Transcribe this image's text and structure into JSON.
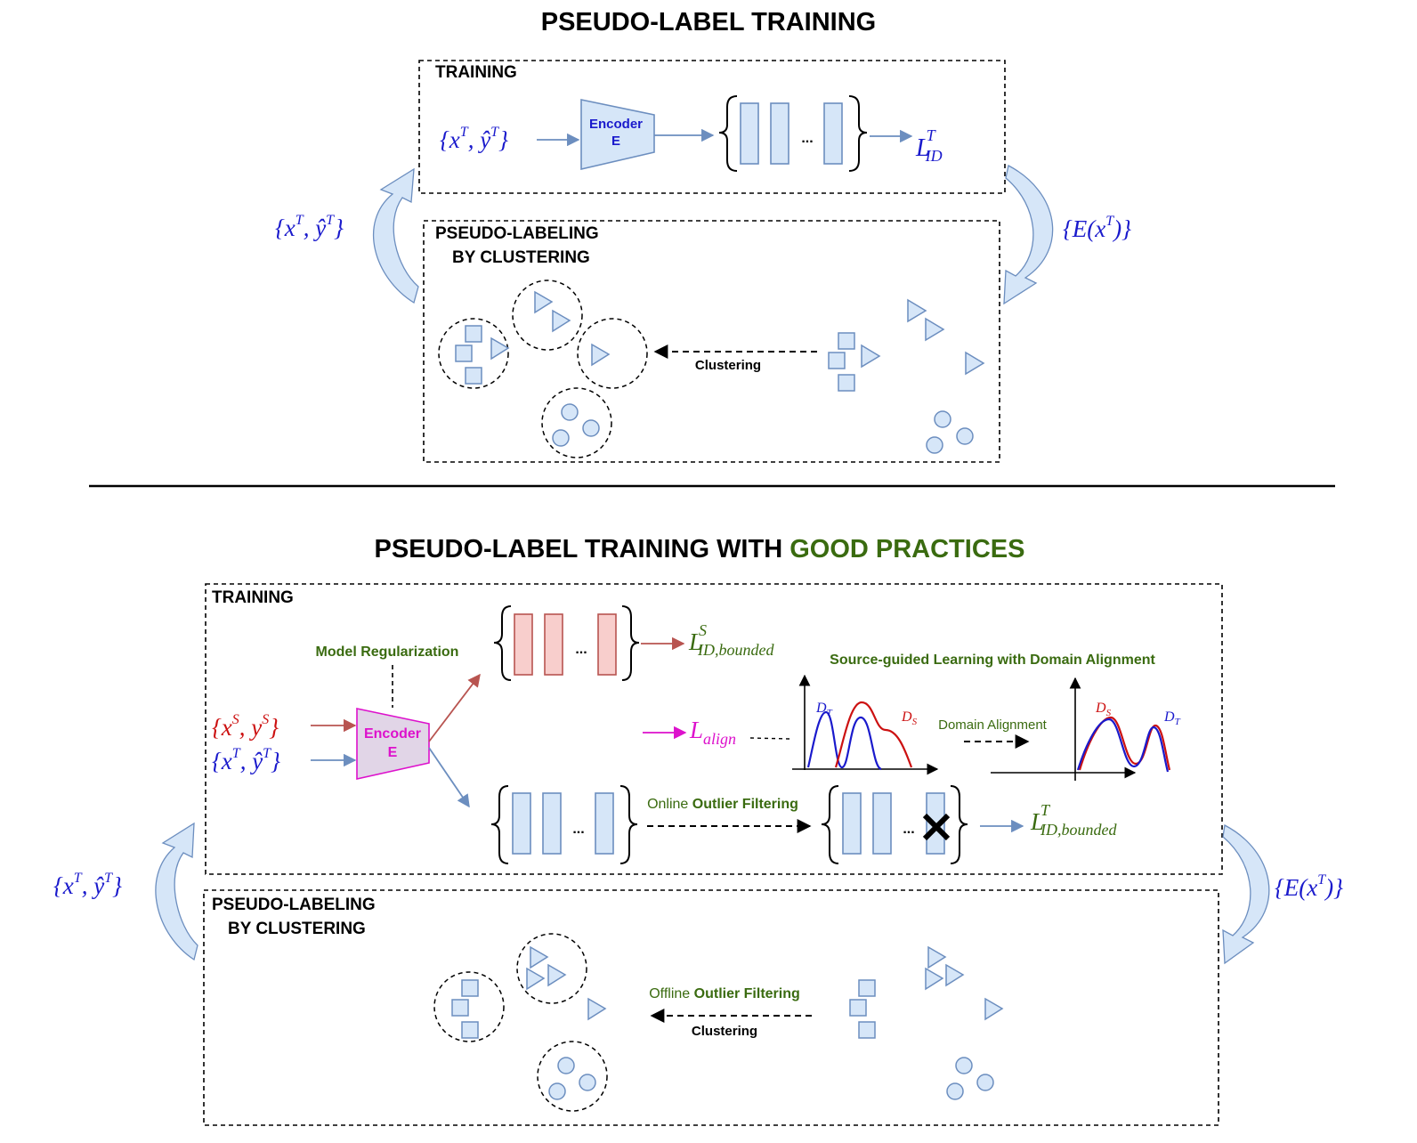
{
  "top": {
    "title": "PSEUDO-LABEL TRAINING",
    "training_label": "TRAINING",
    "encoder_line1": "Encoder",
    "encoder_line2": "E",
    "input_open": "{x",
    "input_sup": "T",
    "input_mid": ", ŷ",
    "input_sup2": "T",
    "input_close": "}",
    "dots": "...",
    "loss_L": "L",
    "loss_sup": "T",
    "loss_sub": "ID",
    "left_open": "{x",
    "left_sup": "T",
    "left_mid": ", ŷ",
    "left_sup2": "T",
    "left_close": "}",
    "right_open": "{E(x",
    "right_sup": "T",
    "right_close": ")}",
    "pl_line1": "PSEUDO-LABELING",
    "pl_line2": "BY CLUSTERING",
    "clustering": "Clustering"
  },
  "bottom": {
    "title_prefix": "PSEUDO-LABEL TRAINING WITH ",
    "title_highlight": "GOOD PRACTICES",
    "training_label": "TRAINING",
    "model_reg": "Model Regularization",
    "encoder_line1": "Encoder",
    "encoder_line2": "E",
    "src_open": "{x",
    "src_sup": "S",
    "src_mid": ", y",
    "src_sup2": "S",
    "src_close": "}",
    "tgt_open": "{x",
    "tgt_sup": "T",
    "tgt_mid": ", ŷ",
    "tgt_sup2": "T",
    "tgt_close": "}",
    "dots": "...",
    "loss_s_L": "L",
    "loss_s_sup": "S",
    "loss_s_sub": "ID,bounded",
    "loss_align_L": "L",
    "loss_align_sub": "align",
    "loss_t_L": "L",
    "loss_t_sup": "T",
    "loss_t_sub": "ID,bounded",
    "sgl_title": "Source-guided Learning with Domain Alignment",
    "domain_alignment": "Domain Alignment",
    "dt_D": "D",
    "dt_sub": "T",
    "ds_D": "D",
    "ds_sub": "S",
    "online_prefix": "Online ",
    "online_bold": "Outlier Filtering",
    "offline_prefix": "Offline ",
    "offline_bold": "Outlier Filtering",
    "clustering": "Clustering",
    "left_open": "{x",
    "left_sup": "T",
    "left_mid": ", ŷ",
    "left_sup2": "T",
    "left_close": "}",
    "right_open": "{E(x",
    "right_sup": "T",
    "right_close": ")}",
    "pl_line1": "PSEUDO-LABELING",
    "pl_line2": "BY CLUSTERING"
  },
  "colors": {
    "blue_text": "#1a1acc",
    "red_text": "#cc1111",
    "green_text": "#3a6b10",
    "magenta": "#dd11cc",
    "shape_fill": "#d6e6f8",
    "shape_stroke": "#6c8ebf",
    "red_fill": "#f8cecc",
    "red_stroke": "#b85450",
    "encoder2_fill": "#e1d5e7"
  }
}
